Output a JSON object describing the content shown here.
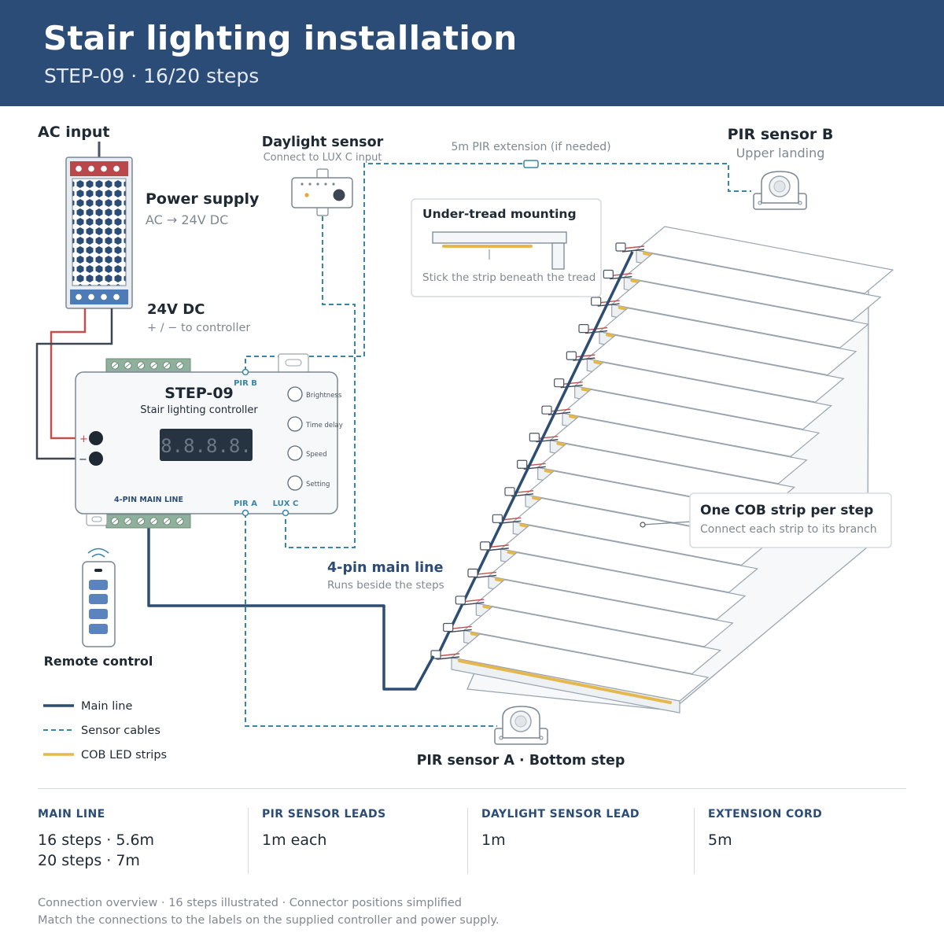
{
  "header": {
    "title": "Stair lighting installation",
    "subtitle": "STEP-09 · 16/20 steps"
  },
  "labels": {
    "ac_input": "AC input",
    "power_supply": "Power supply",
    "power_supply_sub": "AC → 24V DC",
    "dc_title": "24V DC",
    "dc_sub": "+ / − to controller",
    "daylight_title": "Daylight sensor",
    "daylight_sub": "Connect to LUX C input",
    "extension": "5m PIR extension (if needed)",
    "pir_b_title": "PIR sensor B",
    "pir_b_sub": "Upper landing",
    "mount_title": "Under-tread mounting",
    "mount_sub": "Stick the strip beneath the tread",
    "cob_title": "One COB strip per step",
    "cob_sub": "Connect each strip to its branch",
    "main_line_title": "4-pin main line",
    "main_line_sub": "Runs beside the steps",
    "pir_a": "PIR sensor A · Bottom step",
    "remote": "Remote control"
  },
  "controller": {
    "model": "STEP-09",
    "name": "Stair lighting controller",
    "display": "8.8.8.8.",
    "plus": "+",
    "minus": "−",
    "port_pir_b": "PIR B",
    "port_pir_a": "PIR A",
    "port_lux_c": "LUX C",
    "port_main": "4-PIN MAIN LINE",
    "buttons": [
      "Brightness",
      "Time delay",
      "Speed",
      "Setting"
    ]
  },
  "legend": [
    {
      "label": "Main line",
      "color": "#2e4d73",
      "style": "solid"
    },
    {
      "label": "Sensor cables",
      "color": "#3a86a8",
      "style": "dashed"
    },
    {
      "label": "COB LED strips",
      "color": "#e4b84d",
      "style": "solid"
    }
  ],
  "steps_illustrated": 16,
  "stats": [
    {
      "label": "MAIN LINE",
      "lines": [
        "16 steps · 5.6m",
        "20 steps · 7m"
      ]
    },
    {
      "label": "PIR SENSOR LEADS",
      "lines": [
        "1m each"
      ]
    },
    {
      "label": "DAYLIGHT SENSOR LEAD",
      "lines": [
        "1m"
      ]
    },
    {
      "label": "EXTENSION CORD",
      "lines": [
        "5m"
      ]
    }
  ],
  "footer": [
    "Connection overview · 16 steps illustrated · Connector positions simplified",
    "Match the connections to the labels on the supplied controller and power supply."
  ],
  "colors": {
    "header": "#2b4c77",
    "main_line": "#2e4d73",
    "sensor": "#3a86a8",
    "cob": "#e4b84d",
    "ac_red": "#b9484a",
    "dc_blue": "#4e7bb5"
  }
}
